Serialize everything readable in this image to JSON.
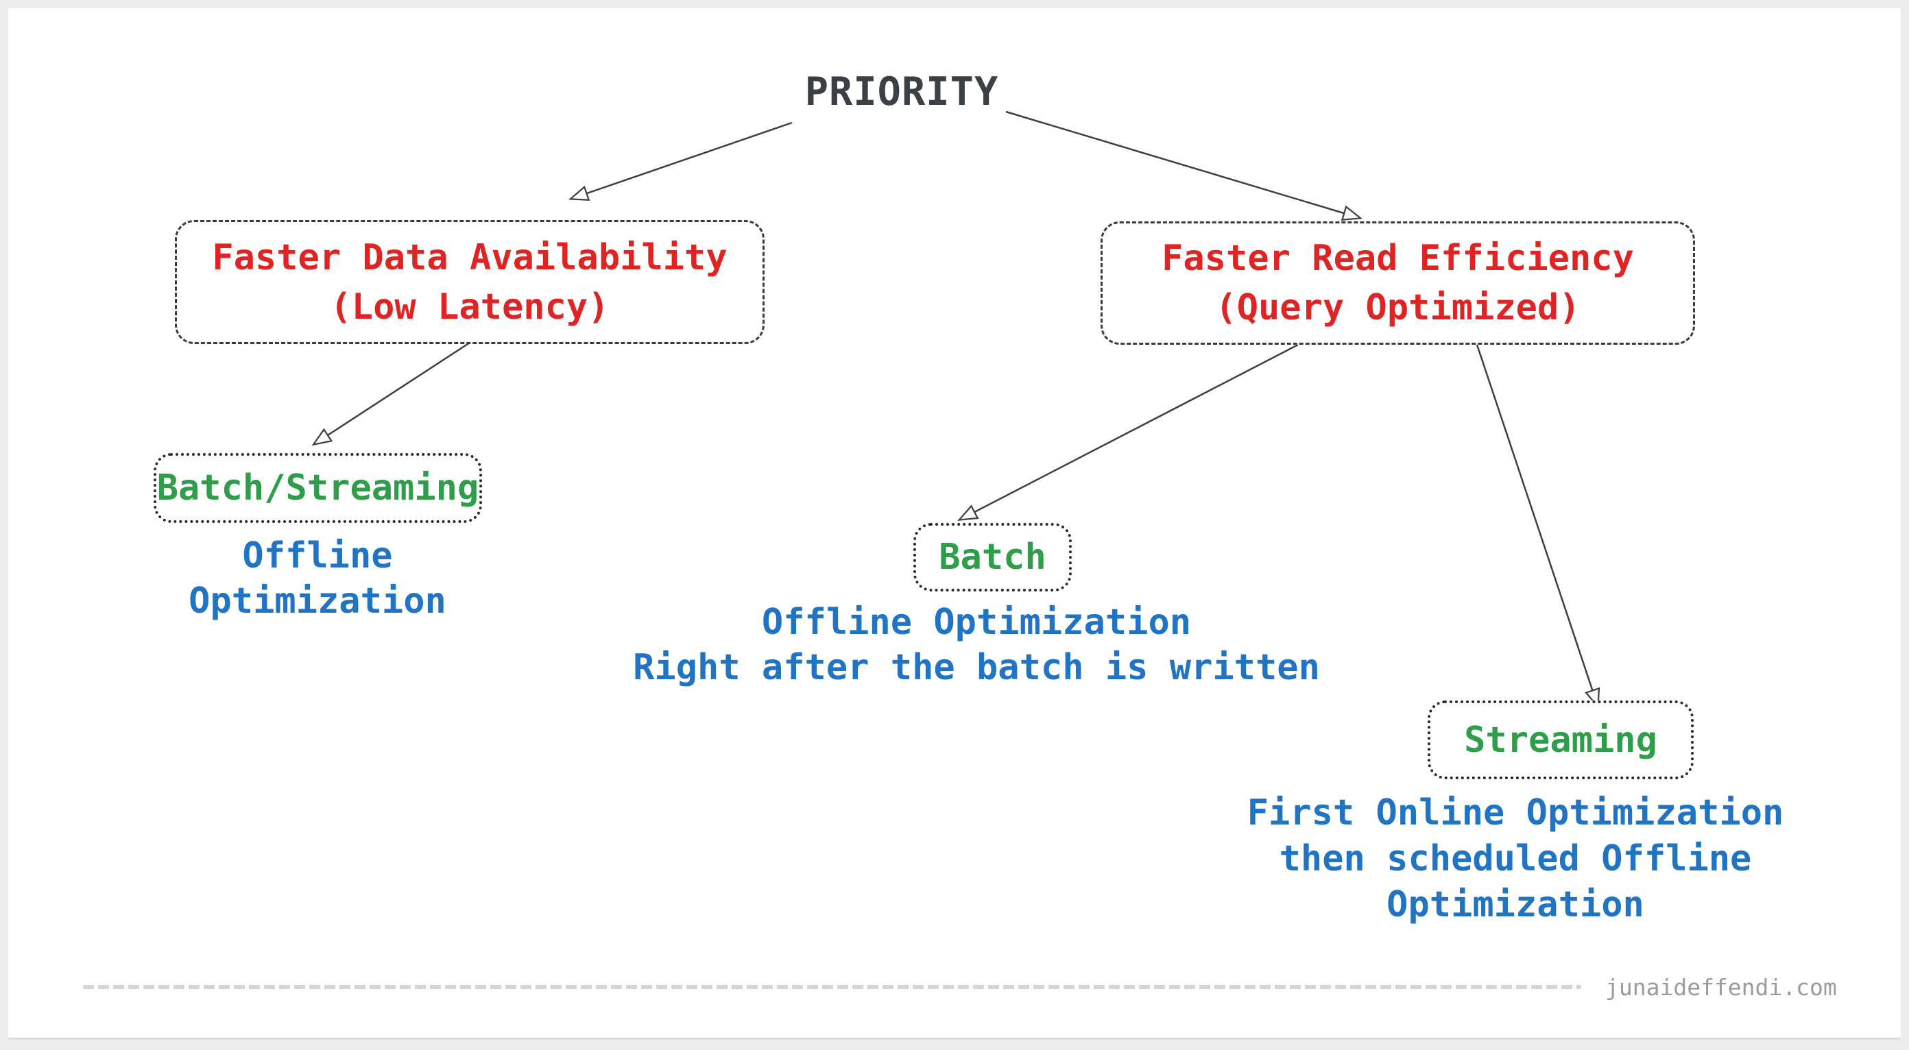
{
  "title": "PRIORITY",
  "branches": {
    "left": {
      "box": {
        "line1": "Faster Data Availability",
        "line2": "(Low Latency)"
      },
      "child": {
        "label": "Batch/Streaming",
        "note_line1": "Offline",
        "note_line2": "Optimization"
      }
    },
    "right": {
      "box": {
        "line1": "Faster Read Efficiency",
        "line2": "(Query Optimized)"
      },
      "children": {
        "batch": {
          "label": "Batch",
          "note_line1": "Offline Optimization",
          "note_line2": "Right after the batch is written"
        },
        "streaming": {
          "label": "Streaming",
          "note_line1": "First Online Optimization",
          "note_line2": "then scheduled Offline",
          "note_line3": "Optimization"
        }
      }
    }
  },
  "footer": {
    "watermark": "junaideffendi.com"
  },
  "colors": {
    "heading_dark": "#3a4046",
    "priority_red": "#e02424",
    "mode_green": "#2f9e4b",
    "note_blue": "#2173c4",
    "arrow_line": "#3a4046",
    "footer_text_gray": "#9b9b9b",
    "footer_dash_gray": "#d4d4d4",
    "canvas_white": "#ffffff",
    "frame_gray": "#ececec"
  }
}
